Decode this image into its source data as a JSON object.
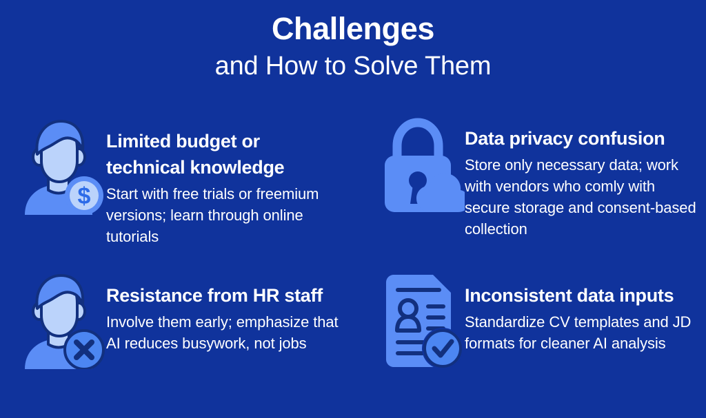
{
  "header": {
    "title_main": "Challenges",
    "title_sub": "and How to Solve Them"
  },
  "colors": {
    "background": "#10339C",
    "text": "#FFFFFF",
    "icon_medium_blue": "#5B8DF6",
    "icon_light_blue": "#BBD3FB",
    "icon_dark_outline": "#12307F"
  },
  "items": [
    {
      "icon": "person-dollar-icon",
      "heading": "Limited budget or technical knowledge",
      "body": "Start with free trials or freemium versions; learn through online tutorials"
    },
    {
      "icon": "lock-cloud-icon",
      "heading": "Data privacy confusion",
      "body": "Store only necessary data; work with vendors who comly with secure storage and consent-based collection"
    },
    {
      "icon": "person-x-icon",
      "heading": "Resistance from HR staff",
      "body": "Involve them early; emphasize that AI reduces busywork, not jobs"
    },
    {
      "icon": "document-check-icon",
      "heading": "Inconsistent data inputs",
      "body": "Standardize CV templates and JD formats for cleaner AI analysis"
    }
  ]
}
